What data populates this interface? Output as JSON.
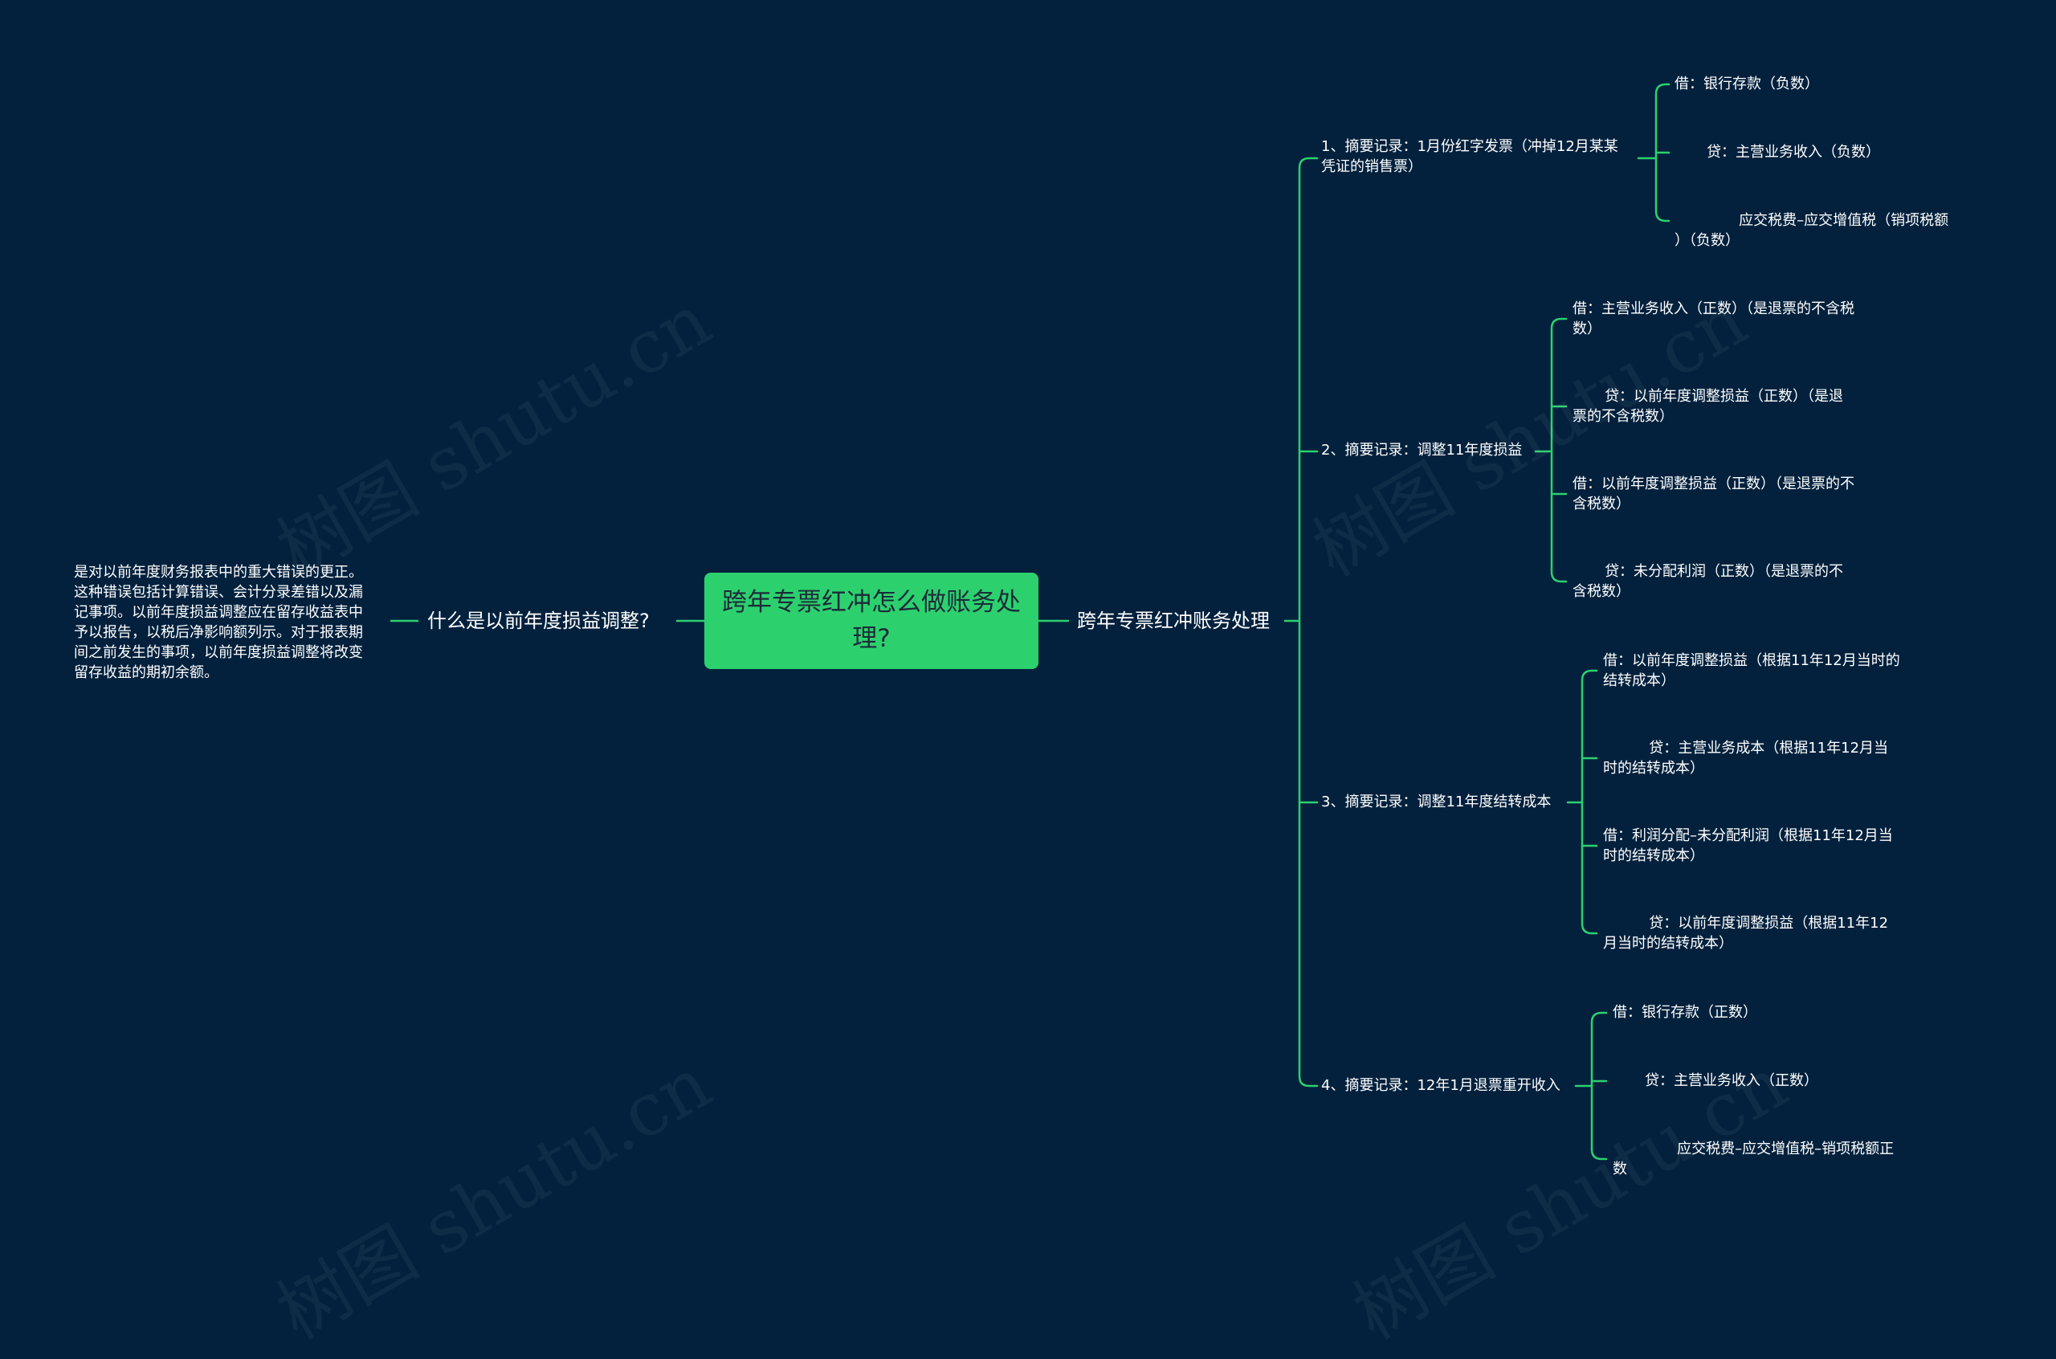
{
  "colors": {
    "background": "#03213d",
    "root_fill": "#2cd16e",
    "line": "#2cd16e",
    "text": "#ffffff"
  },
  "watermark": "树图 shutu.cn",
  "root": "跨年专票红冲怎么做账务处理?",
  "left": {
    "label": "什么是以前年度损益调整?",
    "note": "是对以前年度财务报表中的重大错误的更正。\n这种错误包括计算错误、会计分录差错以及漏\n记事项。以前年度损益调整应在留存收益表中\n予以报告，以税后净影响额列示。对于报表期\n间之前发生的事项，以前年度损益调整将改变\n留存收益的期初余额。"
  },
  "right": {
    "label": "跨年专票红冲账务处理",
    "branches": [
      {
        "label": "1、摘要记录：1月份红字发票（冲掉12月某某\n凭证的销售票）",
        "items": [
          "借：银行存款（负数）",
          "       贷：主营业务收入（负数）",
          "              应交税费–应交增值税（销项税额\n）（负数）"
        ]
      },
      {
        "label": "2、摘要记录：调整11年度损益",
        "items": [
          "借：主营业务收入（正数）（是退票的不含税\n数）",
          "       贷：以前年度调整损益（正数）（是退\n票的不含税数）",
          "借：以前年度调整损益（正数）（是退票的不\n含税数）",
          "       贷：未分配利润（正数）（是退票的不\n含税数）"
        ]
      },
      {
        "label": "3、摘要记录：调整11年度结转成本",
        "items": [
          "借：以前年度调整损益（根据11年12月当时的\n结转成本）",
          "          贷：主营业务成本（根据11年12月当\n时的结转成本）",
          "借：利润分配–未分配利润（根据11年12月当\n时的结转成本）",
          "          贷：以前年度调整损益（根据11年12\n月当时的结转成本）"
        ]
      },
      {
        "label": "4、摘要记录：12年1月退票重开收入",
        "items": [
          "借：银行存款（正数）",
          "       贷：主营业务收入（正数）",
          "              应交税费–应交增值税–销项税额正\n数"
        ]
      }
    ]
  }
}
